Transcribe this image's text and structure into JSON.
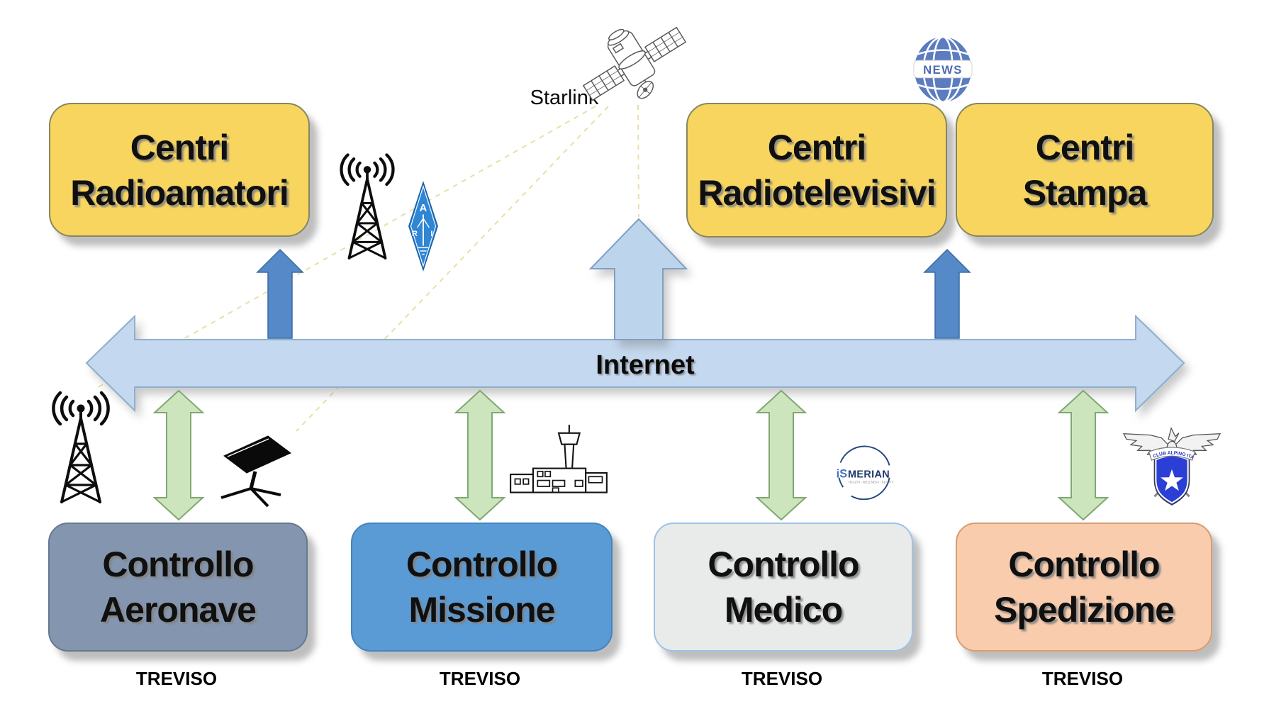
{
  "labels": {
    "internet": "Internet",
    "starlink": "Starlink"
  },
  "top_boxes": [
    {
      "line1": "Centri",
      "line2": "Radioamatori"
    },
    {
      "line1": "Centri",
      "line2": "Radiotelevisivi"
    },
    {
      "line1": "Centri",
      "line2": "Stampa"
    }
  ],
  "bottom_boxes": [
    {
      "line1": "Controllo",
      "line2": "Aeronave",
      "location": "TREVISO"
    },
    {
      "line1": "Controllo",
      "line2": "Missione",
      "location": "TREVISO"
    },
    {
      "line1": "Controllo",
      "line2": "Medico",
      "location": "TREVISO"
    },
    {
      "line1": "Controllo",
      "line2": "Spedizione",
      "location": "TREVISO"
    }
  ],
  "icons": {
    "news_globe": {
      "text": "NEWS"
    },
    "ari_diamond": {
      "a": "A",
      "r": "R",
      "i": "I"
    },
    "ismerian": {
      "prefix": "iS",
      "name": "MERIAN",
      "tagline": "HEALTH - WELLNESS - BEAUTY"
    },
    "cai": {
      "banner": "CLUB ALPINO ITALIANO"
    },
    "unlabeled": [
      "radio-tower",
      "starlink-satellite",
      "starlink-dish",
      "airport-tower"
    ]
  },
  "colors": {
    "top_box_fill": "#F8D55F",
    "top_box_border": "#87875f",
    "aeronave_fill": "#8496AF",
    "missione_fill": "#5B9BD5",
    "medico_fill": "#E9EAEA",
    "spedizione_fill": "#F8CCAC",
    "internet_bar_fill": "#C4D8EF",
    "internet_bar_border": "#8FAECE",
    "center_arrow_fill": "#BCD5EC",
    "blue_arrow_fill": "#5589C8",
    "blue_arrow_border": "#3A6BA5",
    "green_arrow_fill": "#CDE5BD",
    "green_arrow_border": "#7FA873",
    "dashed_line": "#E7DC9C",
    "news_globe_blue": "#5B7CBE",
    "ari_blue": "#2E86D5",
    "cai_shield_blue": "#2B3FD6",
    "ismerian_blue": "#4472C4",
    "ismerian_navy": "#1F3864"
  }
}
